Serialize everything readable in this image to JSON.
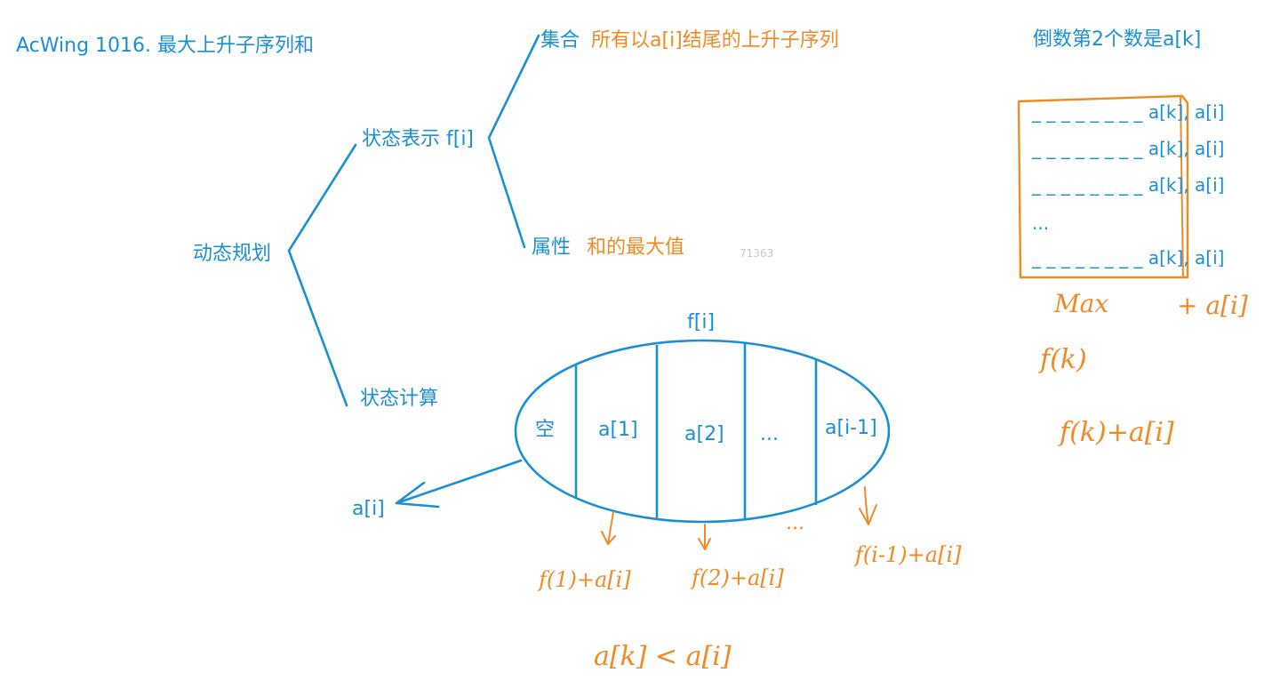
{
  "colors": {
    "blue": "#1a8fd6",
    "orange": "#f08a24",
    "watermark": "#c8c8c8"
  },
  "title": "AcWing 1016. 最大上升子序列和",
  "tree": {
    "root": "动态规划",
    "state_repr": "状态表示 f[i]",
    "set_label": "集合",
    "set_value": "所有以a[i]结尾的上升子序列",
    "attr_label": "属性",
    "attr_value": "和的最大值",
    "state_calc": "状态计算"
  },
  "watermark": "71363",
  "ellipse": {
    "label": "f[i]",
    "cells": [
      "空",
      "a[1]",
      "a[2]",
      "...",
      "a[i-1]"
    ],
    "out_label": "a[i]"
  },
  "handwritten": {
    "under": [
      "f(1)+a[i]",
      "f(2)+a[i]",
      "...",
      "f(i-1)+a[i]"
    ],
    "condition": "a[k] < a[i]"
  },
  "right_panel": {
    "heading": "倒数第2个数是a[k]",
    "rows": [
      "_ _ _ _ _ _ _ _ a[k], a[i]",
      "_ _ _ _ _ _ _ _ a[k], a[i]",
      "_ _ _ _ _ _ _ _ a[k], a[i]",
      "...",
      "_ _ _ _ _ _ _ _ a[k], a[i]"
    ],
    "notes": [
      "Max",
      "+ a[i]",
      "f(k)",
      "f(k)+a[i]"
    ]
  }
}
